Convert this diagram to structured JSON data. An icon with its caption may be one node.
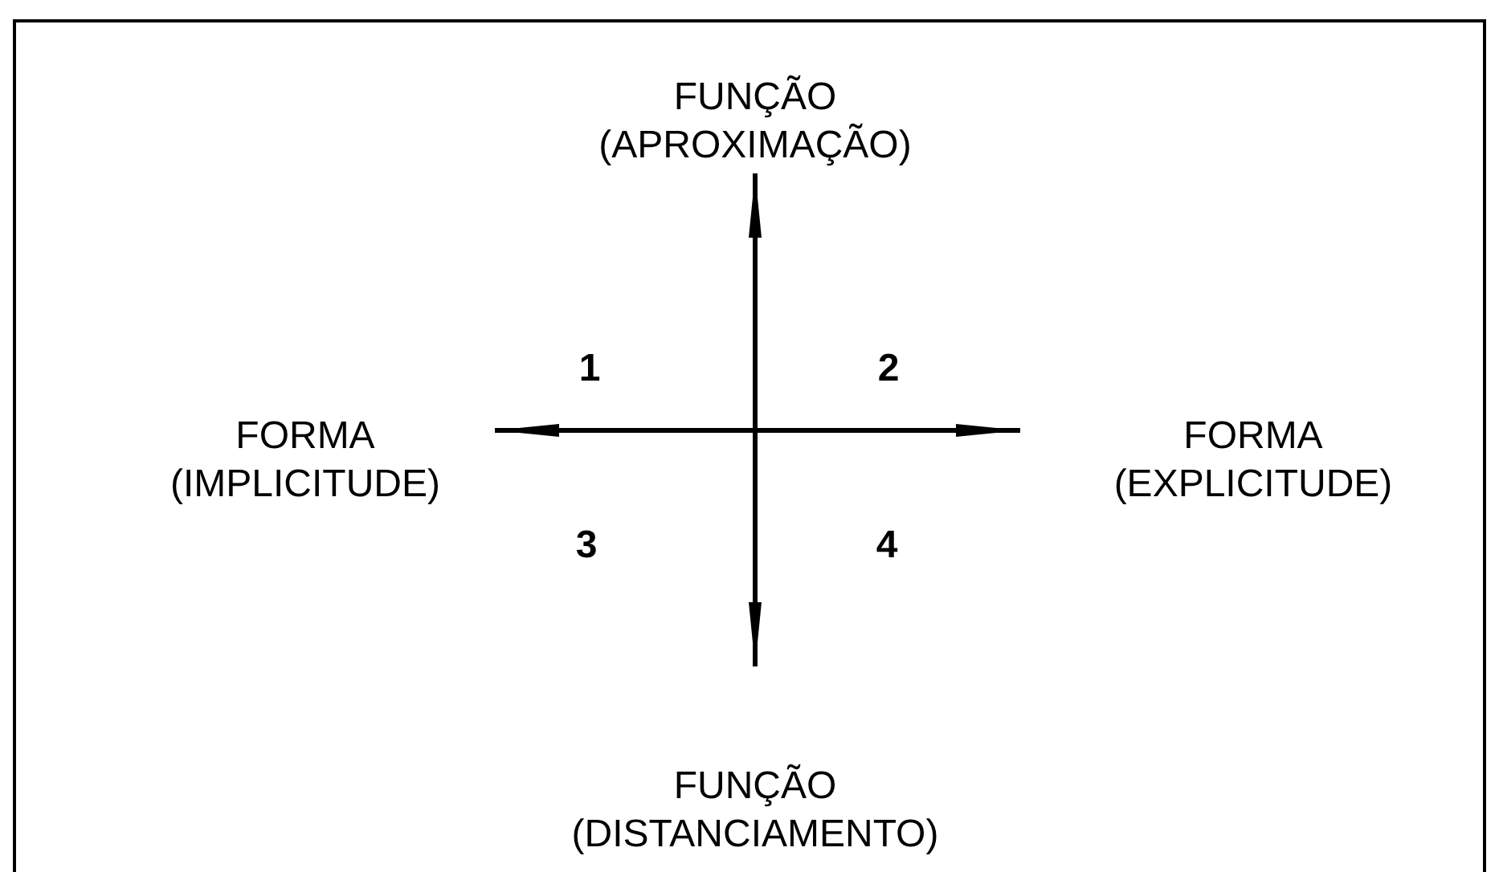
{
  "diagram": {
    "labels": [
      "FUNÇÃO (APROXIMAÇÃO)",
      "1",
      "2",
      "FORMA (IMPLICITUDE)",
      "FORMA (EXPLICITUDE)",
      "3",
      "4",
      "FUNÇÃO (DISTANCIAMENTO)"
    ]
  }
}
